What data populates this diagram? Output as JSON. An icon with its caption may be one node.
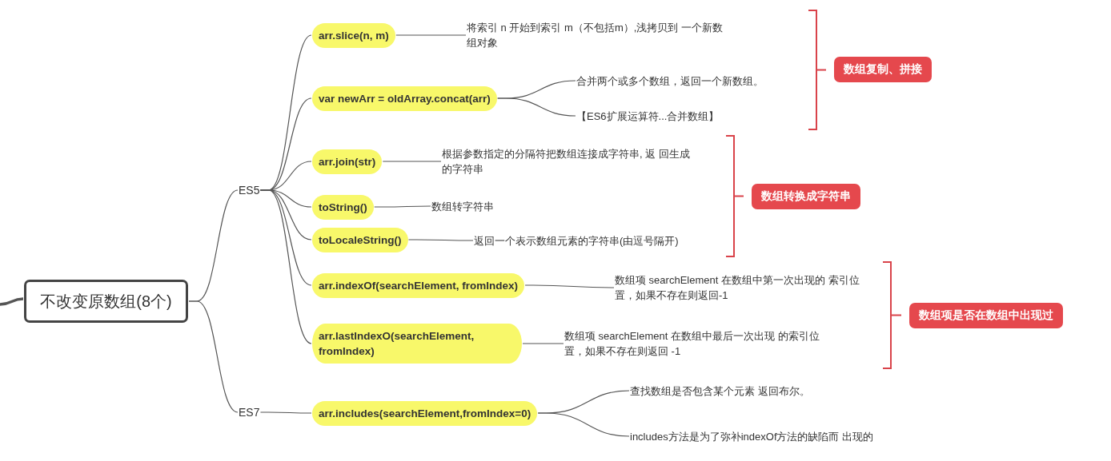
{
  "diagram": {
    "nodes": [
      {
        "text": [
          "不改变原数组(8个)"
        ]
      },
      {
        "text": [
          "ES5"
        ]
      },
      {
        "text": [
          "ES7"
        ]
      },
      {
        "text": [
          "arr.slice(n, m)"
        ]
      },
      {
        "text": [
          "var newArr = oldArray.concat(arr)"
        ]
      },
      {
        "text": [
          "arr.join(str)"
        ]
      },
      {
        "text": [
          "toString()"
        ]
      },
      {
        "text": [
          "toLocaleString()"
        ]
      },
      {
        "text": [
          "arr.indexOf(searchElement, fromIndex)"
        ]
      },
      {
        "text": [
          "arr.lastIndexO(searchElement, fromIndex)"
        ]
      },
      {
        "text": [
          "arr.includes(searchElement,fromIndex=0)"
        ]
      },
      {
        "text": [
          "将索引 n 开始到索引 m（不包括m）,浅拷贝到 一个新数组对象"
        ]
      },
      {
        "text": [
          "合并两个或多个数组，返回一个新数组。"
        ]
      },
      {
        "text": [
          "【ES6扩展运算符...合并数组】"
        ]
      },
      {
        "text": [
          "根据参数指定的分隔符把数组连接成字符串, 返 回生成的字符串"
        ]
      },
      {
        "text": [
          "数组转字符串"
        ]
      },
      {
        "text": [
          "返回一个表示数组元素的字符串(由逗号隔开)"
        ]
      },
      {
        "text": [
          "数组项 searchElement 在数组中第一次出现的 索引位置，如果不存在则返回-1"
        ]
      },
      {
        "text": [
          "数组项 searchElement 在数组中最后一次出现 的索引位置，如果不存在则返回 -1"
        ]
      },
      {
        "text": [
          "查找数组是否包含某个元素 返回布尔。"
        ]
      },
      {
        "text": [
          "includes方法是为了弥补indexOf方法的缺陷而 出现的"
        ]
      },
      {
        "text": [
          "数组复制、拼接"
        ]
      },
      {
        "text": [
          "数组转换成字符串"
        ]
      },
      {
        "text": [
          "数组项是否在数组中出现过"
        ]
      }
    ],
    "edges": [
      {
        "from": null,
        "to": 0,
        "arrow": "none",
        "style": "thick"
      },
      {
        "from": 0,
        "to": 1,
        "arrow": "none"
      },
      {
        "from": 0,
        "to": 2,
        "arrow": "none"
      },
      {
        "from": 1,
        "to": 3,
        "arrow": "none"
      },
      {
        "from": 1,
        "to": 4,
        "arrow": "none"
      },
      {
        "from": 1,
        "to": 5,
        "arrow": "none"
      },
      {
        "from": 1,
        "to": 6,
        "arrow": "none"
      },
      {
        "from": 1,
        "to": 7,
        "arrow": "none"
      },
      {
        "from": 1,
        "to": 8,
        "arrow": "none"
      },
      {
        "from": 1,
        "to": 9,
        "arrow": "none"
      },
      {
        "from": 2,
        "to": 10,
        "arrow": "none"
      },
      {
        "from": 3,
        "to": 11,
        "arrow": "none"
      },
      {
        "from": 4,
        "to": 12,
        "arrow": "none"
      },
      {
        "from": 4,
        "to": 13,
        "arrow": "none"
      },
      {
        "from": 5,
        "to": 14,
        "arrow": "none"
      },
      {
        "from": 6,
        "to": 15,
        "arrow": "none"
      },
      {
        "from": 7,
        "to": 16,
        "arrow": "none"
      },
      {
        "from": 8,
        "to": 17,
        "arrow": "none"
      },
      {
        "from": 9,
        "to": 18,
        "arrow": "none"
      },
      {
        "from": 10,
        "to": 19,
        "arrow": "none"
      },
      {
        "from": 10,
        "to": 20,
        "arrow": "none"
      }
    ]
  }
}
